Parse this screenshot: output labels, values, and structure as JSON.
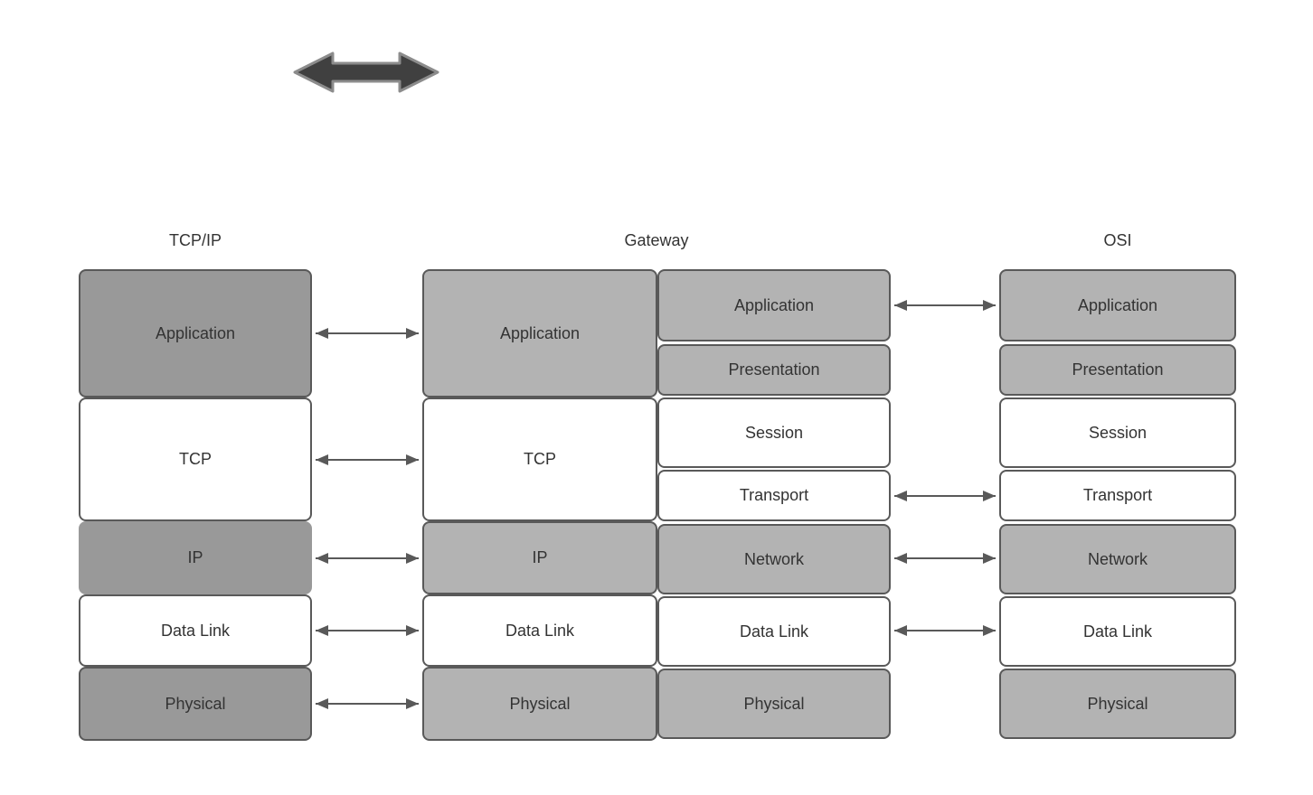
{
  "diagram": {
    "type": "layered-network-model-comparison",
    "colors": {
      "background": "#ffffff",
      "dark_gray_fill": "#999999",
      "light_gray_fill": "#b3b3b3",
      "white_fill": "#ffffff",
      "border": "#595959",
      "text": "#333333",
      "arrow": "#595959",
      "big_arrow_fill": "#404040",
      "big_arrow_stroke": "#8c8c8c"
    },
    "icons": {
      "top_left": "double-headed-arrow-icon"
    },
    "columns": {
      "tcpip": {
        "title": "TCP/IP",
        "layers": [
          {
            "label": "Application"
          },
          {
            "label": "TCP"
          },
          {
            "label": "IP"
          },
          {
            "label": "Data Link"
          },
          {
            "label": "Physical"
          }
        ]
      },
      "gateway": {
        "title": "Gateway",
        "left_stack": [
          {
            "label": "Application"
          },
          {
            "label": "TCP"
          },
          {
            "label": "IP"
          },
          {
            "label": "Data Link"
          },
          {
            "label": "Physical"
          }
        ],
        "right_stack": [
          {
            "label": "Application"
          },
          {
            "label": "Presentation"
          },
          {
            "label": "Session"
          },
          {
            "label": "Transport"
          },
          {
            "label": "Network"
          },
          {
            "label": "Data Link"
          },
          {
            "label": "Physical"
          }
        ]
      },
      "osi": {
        "title": "OSI",
        "layers": [
          {
            "label": "Application"
          },
          {
            "label": "Presentation"
          },
          {
            "label": "Session"
          },
          {
            "label": "Transport"
          },
          {
            "label": "Network"
          },
          {
            "label": "Data Link"
          },
          {
            "label": "Physical"
          }
        ]
      }
    },
    "connections": {
      "tcpip_to_gateway": [
        "Application",
        "TCP",
        "IP",
        "Data Link",
        "Physical"
      ],
      "gateway_to_osi": [
        "Application",
        "Transport",
        "Network",
        "Data Link"
      ]
    }
  }
}
